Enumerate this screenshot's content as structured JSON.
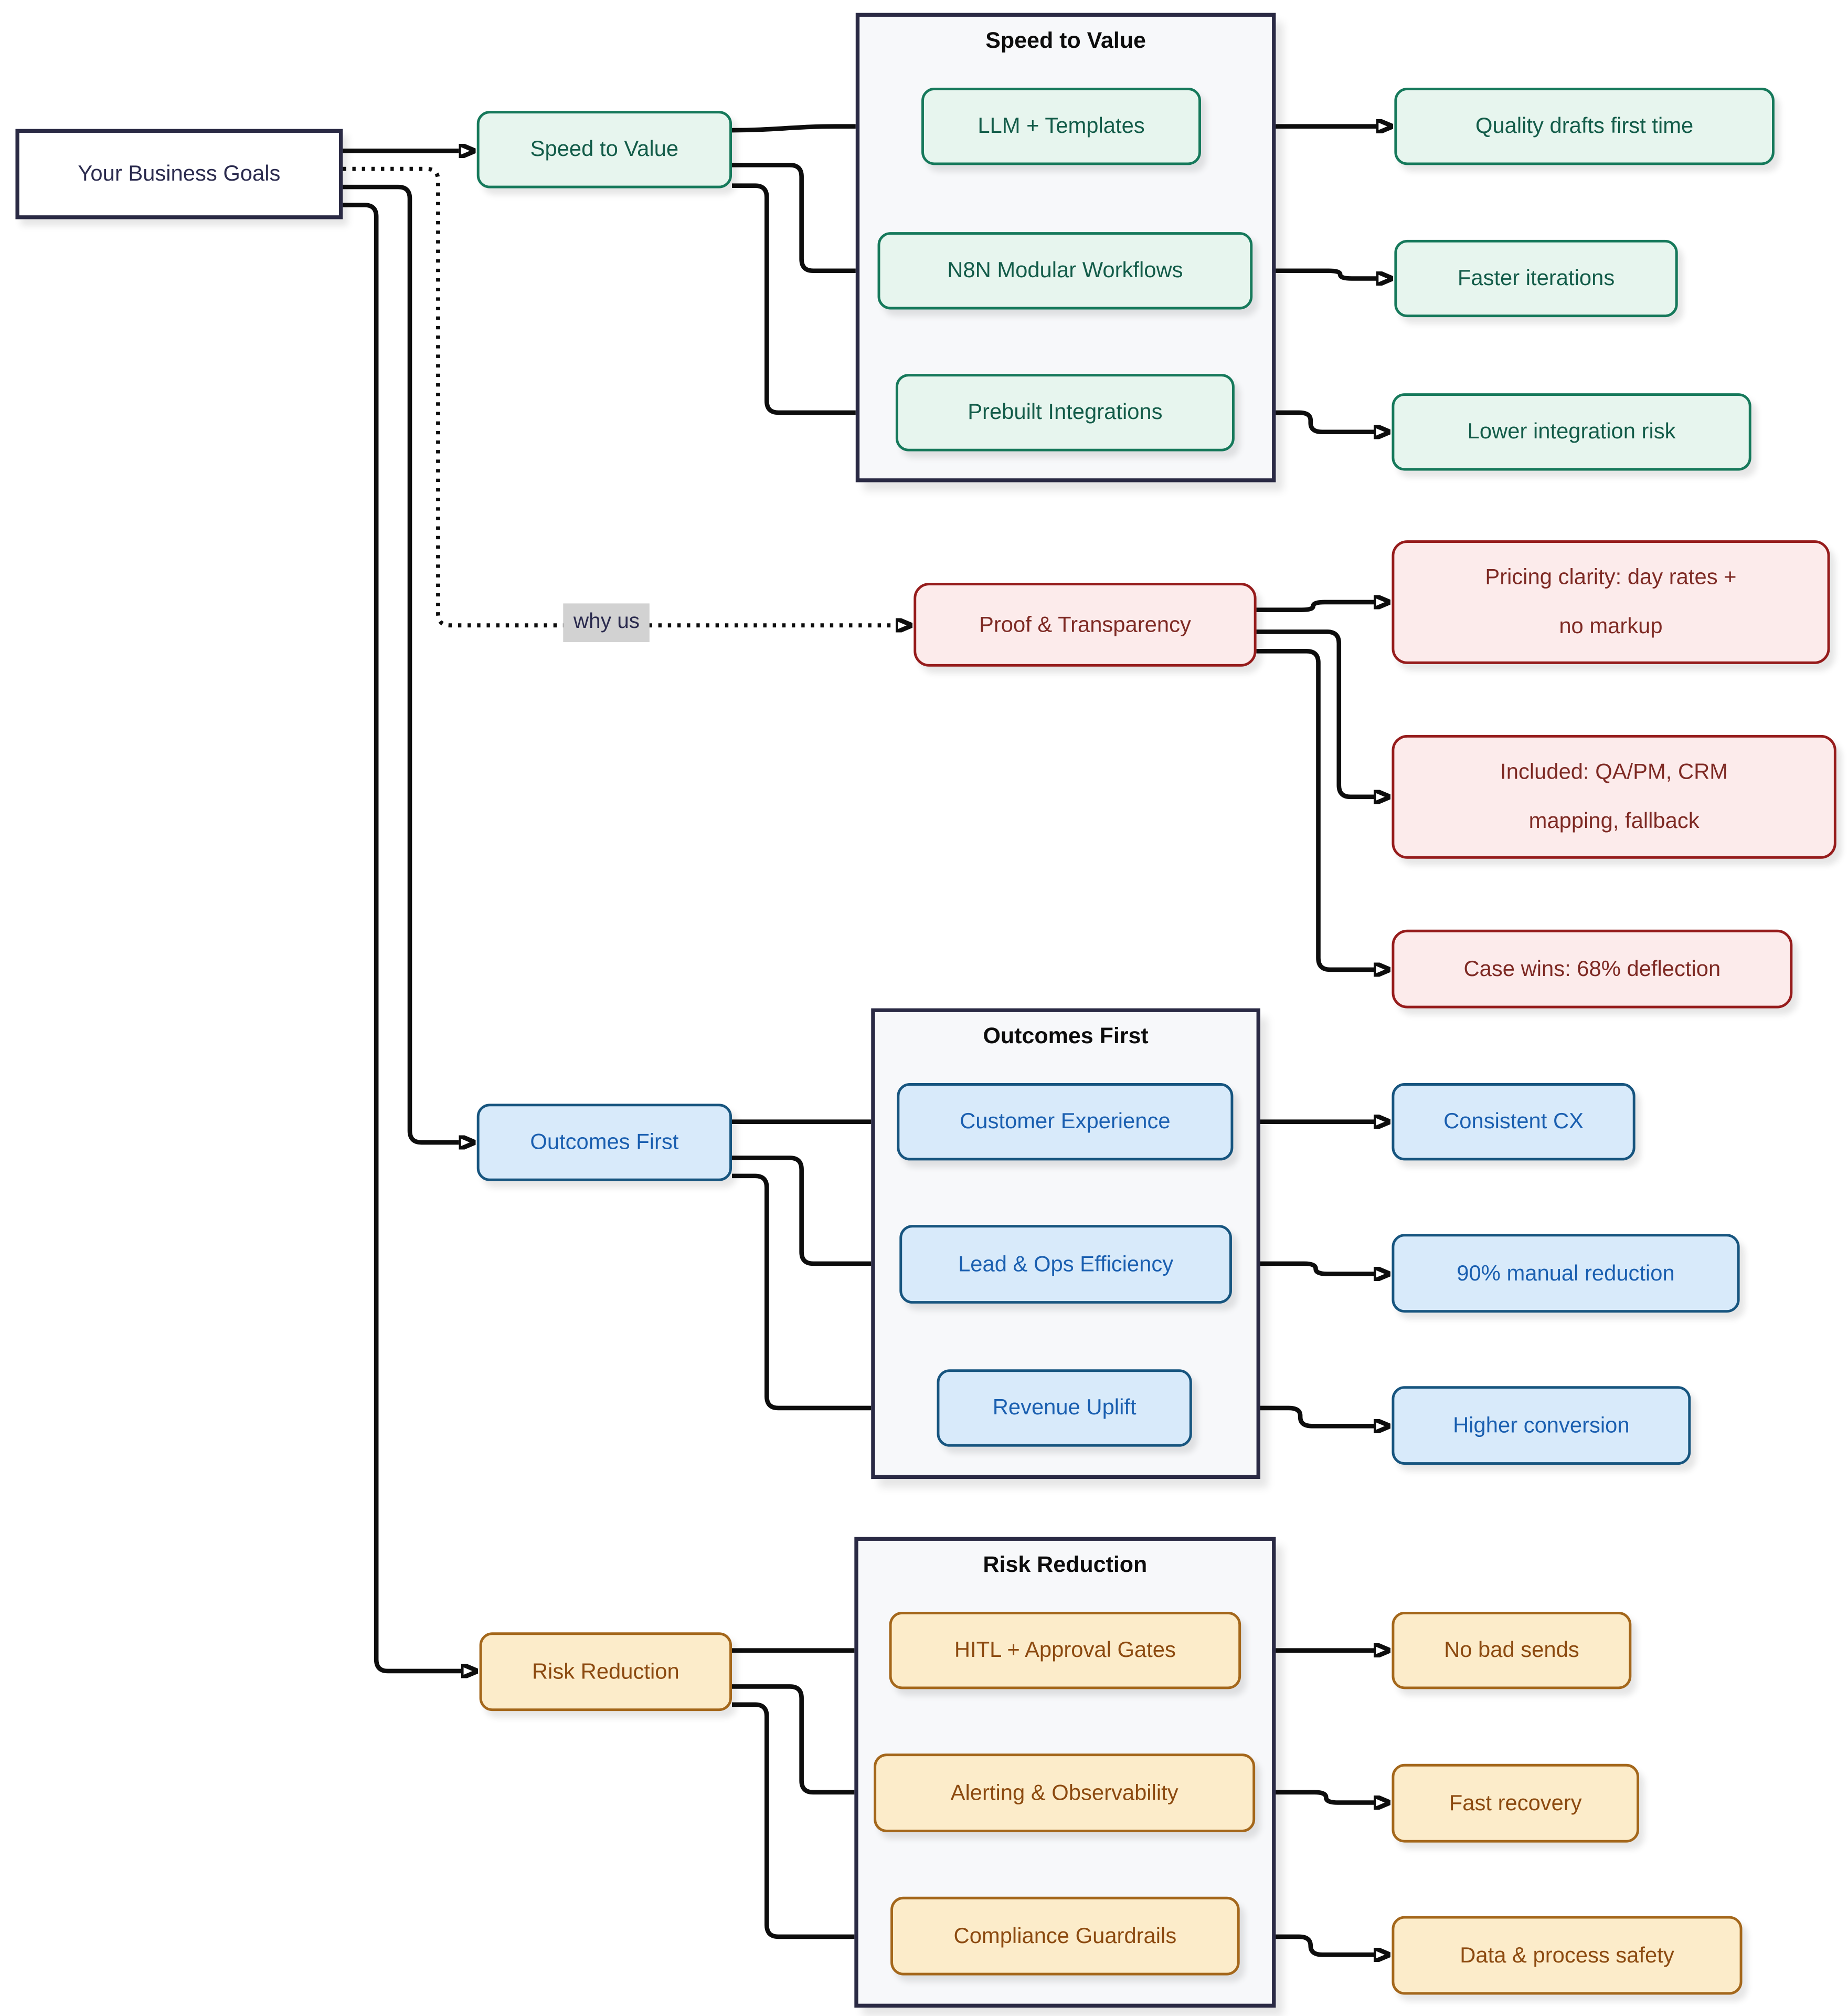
{
  "diagram": {
    "root": {
      "label": "Your Business Goals"
    },
    "why_us_label": "why us",
    "branches": [
      {
        "label": "Speed to Value",
        "theme": {
          "fill": "#e7f5ee",
          "border": "#16795b",
          "text": "#135c49"
        },
        "subgraph": {
          "title": "Speed to Value",
          "items": [
            {
              "label": "LLM + Templates",
              "outcome": "Quality drafts first time"
            },
            {
              "label": "N8N Modular Workflows",
              "outcome": "Faster iterations"
            },
            {
              "label": "Prebuilt Integrations",
              "outcome": "Lower integration risk"
            }
          ]
        }
      },
      {
        "label": "Proof & Transparency",
        "theme": {
          "fill": "#fcebeb",
          "border": "#961c1c",
          "text": "#7e2a24"
        },
        "outcomes": [
          {
            "lines": [
              "Pricing clarity: day rates +",
              "no markup"
            ]
          },
          {
            "lines": [
              "Included: QA/PM, CRM",
              "mapping, fallback"
            ]
          },
          {
            "lines": [
              "Case wins: 68% deflection"
            ]
          }
        ]
      },
      {
        "label": "Outcomes First",
        "theme": {
          "fill": "#d8eafa",
          "border": "#17557f",
          "text": "#1a5fb0"
        },
        "subgraph": {
          "title": "Outcomes First",
          "items": [
            {
              "label": "Customer Experience",
              "outcome": "Consistent CX"
            },
            {
              "label": "Lead & Ops Efficiency",
              "outcome": "90% manual reduction"
            },
            {
              "label": "Revenue Uplift",
              "outcome": "Higher conversion"
            }
          ]
        }
      },
      {
        "label": "Risk Reduction",
        "theme": {
          "fill": "#fcecca",
          "border": "#a4671b",
          "text": "#8c4a10"
        },
        "subgraph": {
          "title": "Risk Reduction",
          "items": [
            {
              "label": "HITL + Approval Gates",
              "outcome": "No bad sends"
            },
            {
              "label": "Alerting & Observability",
              "outcome": "Fast recovery"
            },
            {
              "label": "Compliance Guardrails",
              "outcome": "Data & process safety"
            }
          ]
        }
      }
    ],
    "colors": {
      "edge": "#0d0d0d",
      "canvas_bg": "#ffffff",
      "subgraph_bg": "#f7f8fa",
      "subgraph_border": "#2a2a44",
      "root_border": "#2a2a44",
      "root_text": "#2b2b4e",
      "why_label_bg": "#d2d2d2"
    }
  }
}
